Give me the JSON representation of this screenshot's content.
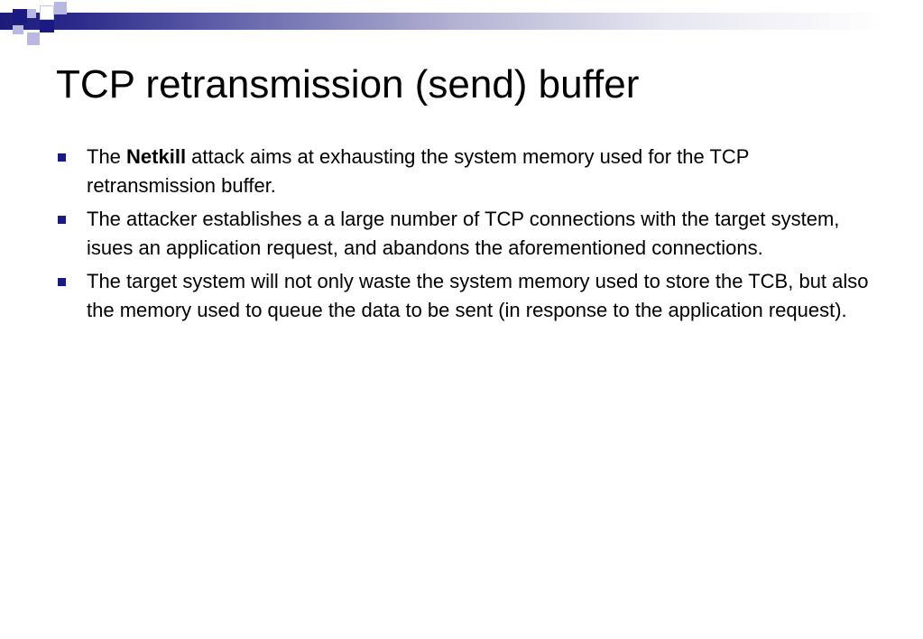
{
  "slide": {
    "title": "TCP retransmission (send) buffer",
    "bullets": [
      {
        "before": "The ",
        "bold": "Netkill",
        "after": " attack aims at exhausting the system memory used for the TCP retransmission buffer."
      },
      {
        "text": "The attacker establishes a a large number of TCP connections with the target system, isues an application request, and abandons the aforementioned connections."
      },
      {
        "text": "The target system will not only waste the system memory used to store the TCB, but also the memory used to queue the data to be sent (in response to the application request)."
      }
    ]
  },
  "colors": {
    "accent": "#1a1a80",
    "accent_light": "#b8b8e0",
    "text": "#000000",
    "background": "#ffffff"
  },
  "icons": {
    "bullet": "square-bullet-icon",
    "decoration": "corner-squares-icon"
  }
}
